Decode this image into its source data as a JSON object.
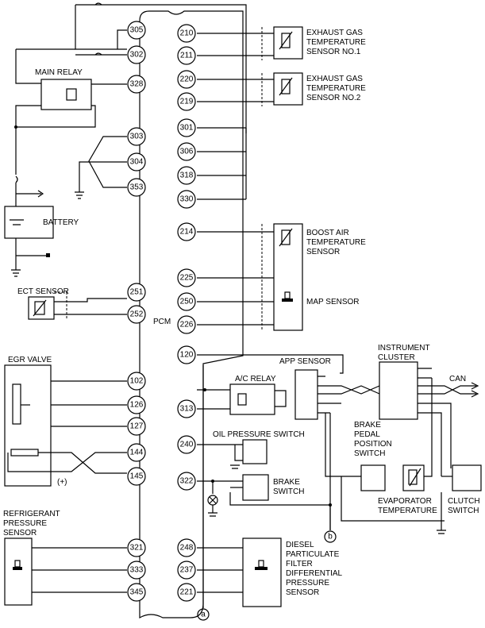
{
  "pcm_label": "PCM",
  "left_pins": [
    "305",
    "302",
    "328",
    "303",
    "304",
    "353",
    "251",
    "252",
    "102",
    "126",
    "127",
    "144",
    "145",
    "321",
    "333",
    "345"
  ],
  "right_pins": [
    "210",
    "211",
    "220",
    "219",
    "301",
    "306",
    "318",
    "330",
    "214",
    "225",
    "250",
    "226",
    "120",
    "313",
    "240",
    "322",
    "248",
    "237",
    "221"
  ],
  "components": {
    "main_relay": "MAIN RELAY",
    "battery": "BATTERY",
    "ect_sensor": "ECT SENSOR",
    "egr_valve": "EGR VALVE",
    "egr_plus": "(+)",
    "refrigerant": [
      "REFRIGERANT",
      "PRESSURE",
      "SENSOR"
    ],
    "exhaust1": [
      "EXHAUST GAS",
      "TEMPERATURE",
      "SENSOR NO.1"
    ],
    "exhaust2": [
      "EXHAUST GAS",
      "TEMPERATURE",
      "SENSOR NO.2"
    ],
    "boost_air": [
      "BOOST AIR",
      "TEMPERATURE",
      "SENSOR"
    ],
    "map_sensor": "MAP SENSOR",
    "app_sensor": "APP SENSOR",
    "instrument_cluster": [
      "INSTRUMENT",
      "CLUSTER"
    ],
    "can": "CAN",
    "ac_relay": "A/C RELAY",
    "oil_pressure": "OIL PRESSURE SWITCH",
    "brake_switch": [
      "BRAKE",
      "SWITCH"
    ],
    "brake_pedal": [
      "BRAKE",
      "PEDAL",
      "POSITION",
      "SWITCH"
    ],
    "evaporator": [
      "EVAPORATOR",
      "TEMPERATURE"
    ],
    "clutch": [
      "CLUTCH",
      "SWITCH"
    ],
    "dpf": [
      "DIESEL",
      "PARTICULATE",
      "FILTER",
      "DIFFERENTIAL",
      "PRESSURE",
      "SENSOR"
    ],
    "marker_a": "a",
    "marker_b": "b"
  }
}
